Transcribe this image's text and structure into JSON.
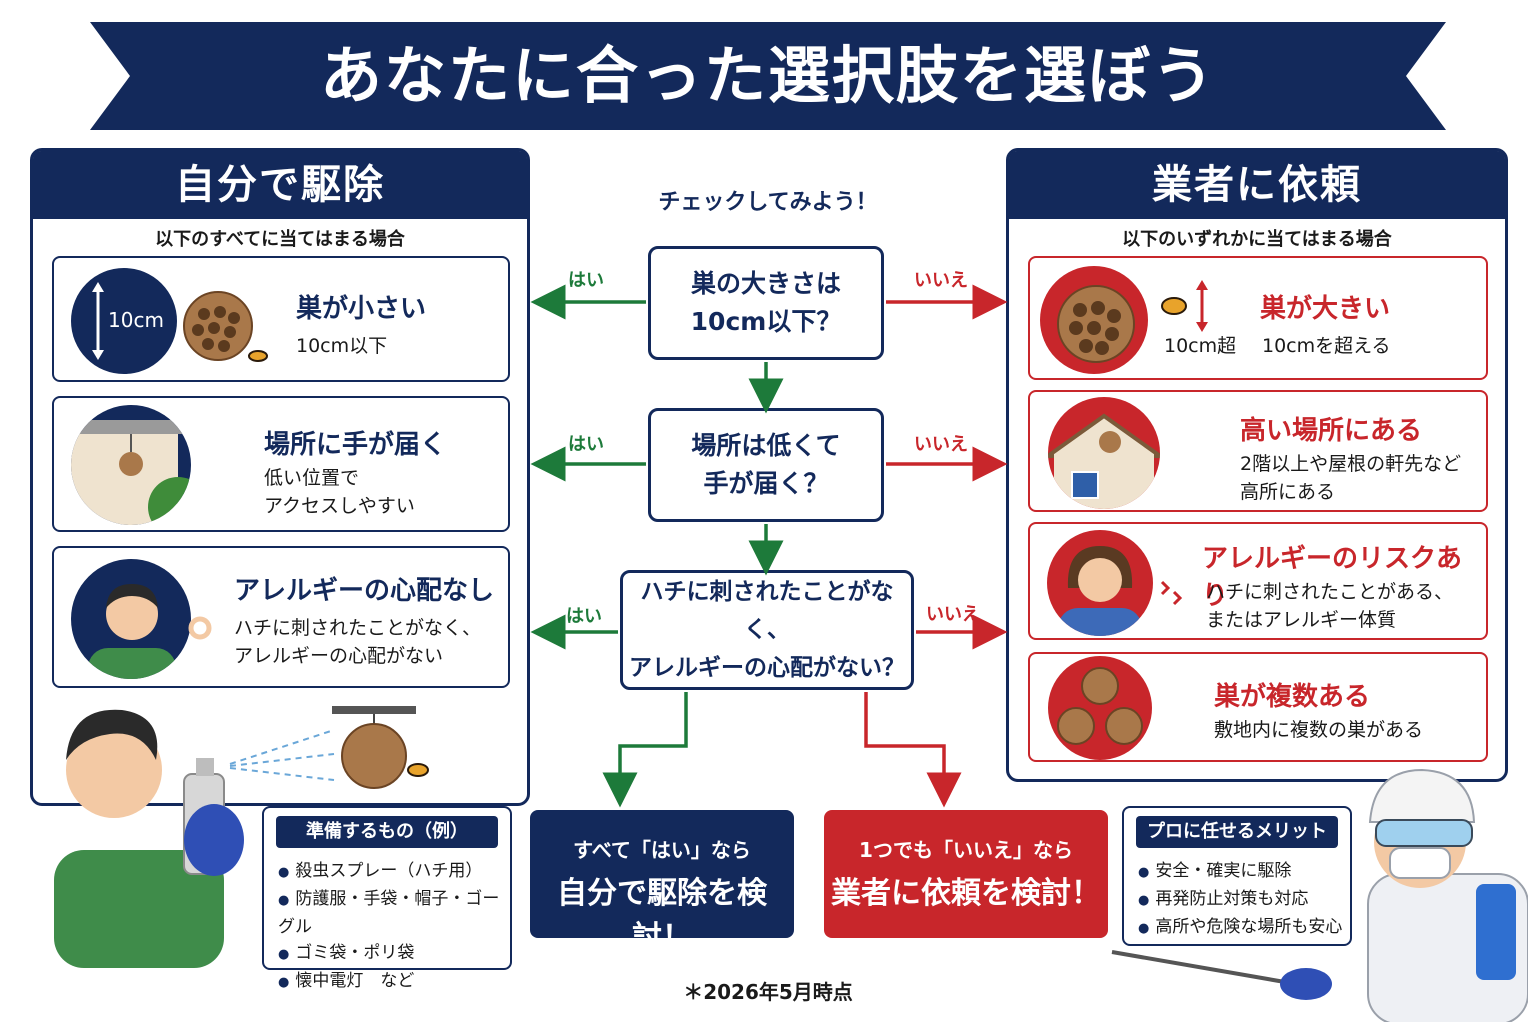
{
  "title": "あなたに合った選択肢を選ぼう",
  "colors": {
    "navy": "#13295b",
    "red": "#c8262b",
    "green": "#1d7a3a"
  },
  "left_panel": {
    "title": "自分で駆除",
    "subtitle": "以下のすべてに当てはまる場合",
    "cards": [
      {
        "title": "巣が小さい",
        "text": "10cm以下",
        "badge": "10cm",
        "icon": "small-nest-icon"
      },
      {
        "title": "場所に手が届く",
        "text": "低い位置で\nアクセスしやすい",
        "icon": "low-nest-icon"
      },
      {
        "title": "アレルギーの心配なし",
        "text": "ハチに刺されたことがなく、\nアレルギーの心配がない",
        "icon": "ok-person-icon"
      }
    ]
  },
  "right_panel": {
    "title": "業者に依頼",
    "subtitle": "以下のいずれかに当てはまる場合",
    "cards": [
      {
        "title": "巣が大きい",
        "text": "10cmを超える",
        "badge": "10cm超",
        "icon": "large-nest-icon"
      },
      {
        "title": "高い場所にある",
        "text": "2階以上や屋根の軒先など\n高所にある",
        "icon": "house-nest-icon"
      },
      {
        "title": "アレルギーのリスクあり",
        "text": "ハチに刺されたことがある、\nまたはアレルギー体質",
        "icon": "worried-person-icon"
      },
      {
        "title": "巣が複数ある",
        "text": "敷地内に複数の巣がある",
        "icon": "multiple-nests-icon"
      }
    ]
  },
  "flow": {
    "heading": "チェックしてみよう！",
    "yes_label": "はい",
    "no_label": "いいえ",
    "questions": [
      "巣の大きさは\n10cm以下？",
      "場所は低くて\n手が届く？",
      "ハチに刺されたことがなく、\nアレルギーの心配がない？"
    ]
  },
  "results": {
    "self": {
      "line1": "すべて「はい」なら",
      "line2": "自分で駆除を検討！"
    },
    "pro": {
      "line1": "1つでも「いいえ」なら",
      "line2": "業者に依頼を検討！"
    }
  },
  "prep_box": {
    "title": "準備するもの（例）",
    "items": [
      "殺虫スプレー（ハチ用）",
      "防護服・手袋・帽子・ゴーグル",
      "ゴミ袋・ポリ袋",
      "懐中電灯　など"
    ]
  },
  "merit_box": {
    "title": "プロに任せるメリット",
    "items": [
      "安全・確実に駆除",
      "再発防止対策も対応",
      "高所や危険な場所も安心"
    ]
  },
  "footnote": "＊2026年5月時点"
}
